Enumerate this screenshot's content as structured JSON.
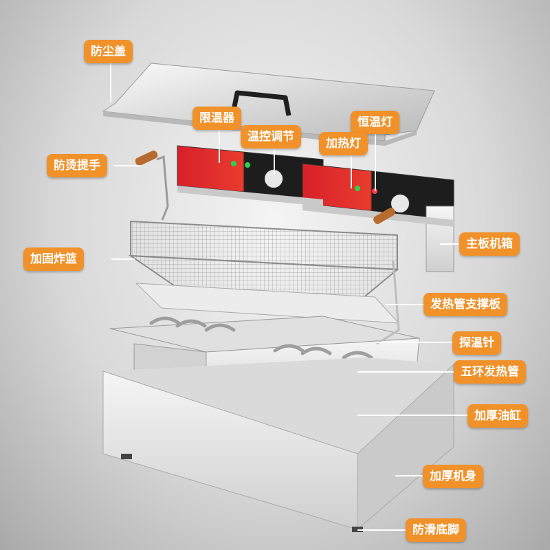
{
  "theme": {
    "callout_color": "#f0912a",
    "leader_color": "#ffffff",
    "metal_light": "#f2f2f2",
    "metal_mid": "#d6d6d6",
    "metal_dark": "#a8a8a8",
    "panel_black": "#1d1d1d",
    "panel_red": "#d8202a",
    "handle_wood": "#b86b2f"
  },
  "labels": {
    "dust_cover": "防尘盖",
    "temp_limiter": "限温器",
    "constant_temp_light": "恒温灯",
    "temp_control_knob": "温控调节",
    "heating_light": "加热灯",
    "anti_scald_handle": "防烫提手",
    "main_control_box": "主板机箱",
    "reinforced_basket": "加固炸篮",
    "heating_tube_support": "发热管支撑板",
    "temp_probe": "探温针",
    "five_ring_heating_tube": "五环发热管",
    "thick_oil_tank": "加厚油缸",
    "thick_body": "加厚机身",
    "anti_slip_feet": "防滑底脚"
  },
  "icons": {
    "lid_handle": "lid-handle-icon",
    "knob": "temperature-knob-icon",
    "indicator_light": "indicator-light-icon"
  }
}
